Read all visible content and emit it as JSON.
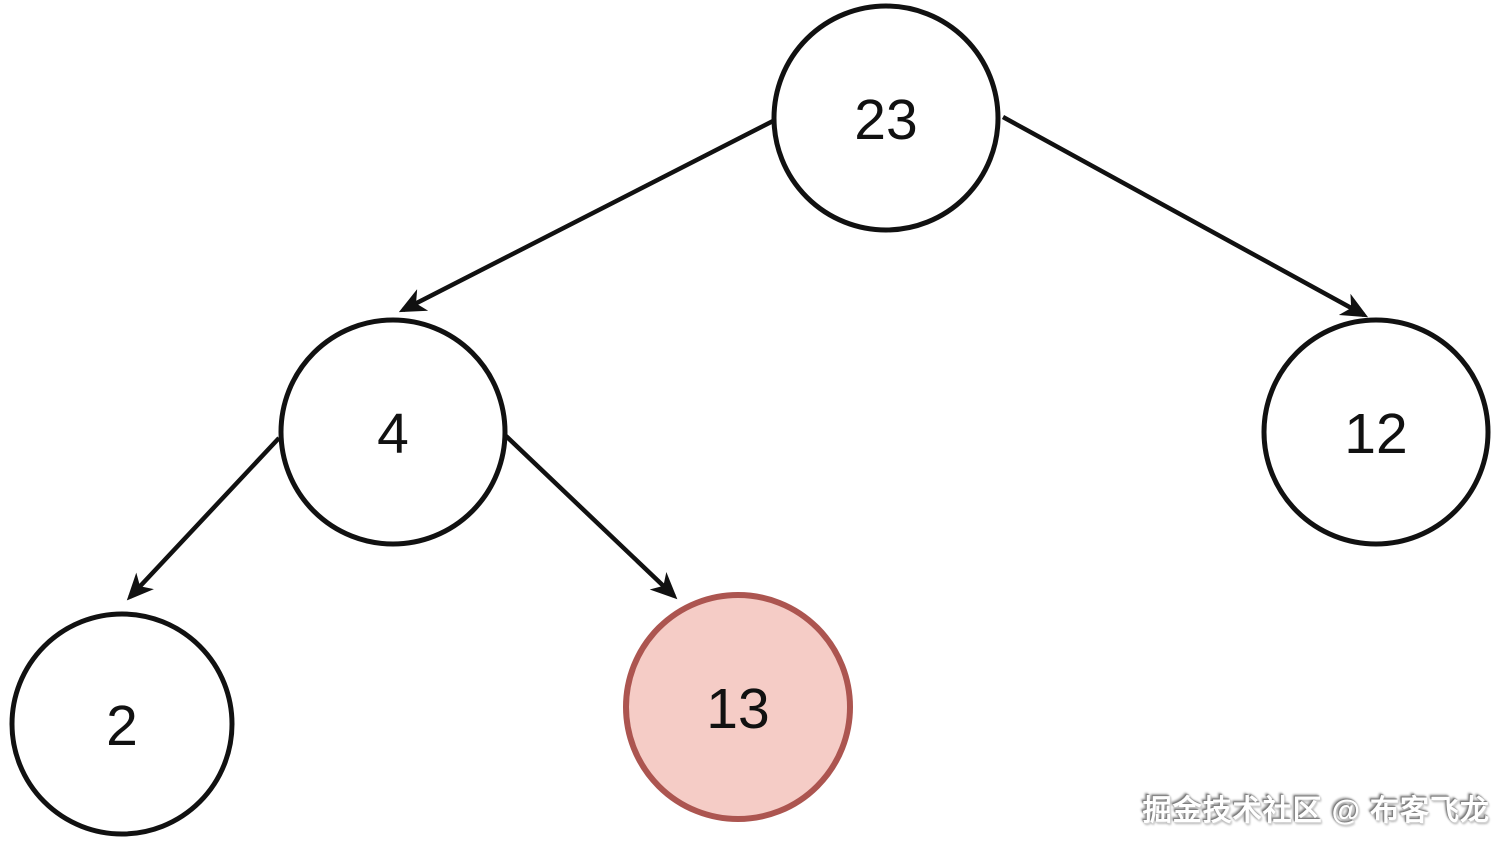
{
  "diagram": {
    "type": "binary-tree",
    "nodes": [
      {
        "id": "23",
        "label": "23",
        "role": "root",
        "highlighted": false
      },
      {
        "id": "4",
        "label": "4",
        "role": "left-child-of-23",
        "highlighted": false
      },
      {
        "id": "12",
        "label": "12",
        "role": "right-child-of-23",
        "highlighted": false
      },
      {
        "id": "2",
        "label": "2",
        "role": "left-child-of-4",
        "highlighted": false
      },
      {
        "id": "13",
        "label": "13",
        "role": "right-child-of-4",
        "highlighted": true
      }
    ],
    "edges": [
      {
        "from": "23",
        "to": "4"
      },
      {
        "from": "23",
        "to": "12"
      },
      {
        "from": "4",
        "to": "2"
      },
      {
        "from": "4",
        "to": "13"
      }
    ],
    "colors": {
      "edge_color": "#111111",
      "node_fill": "#ffffff",
      "node_stroke": "#111111",
      "highlight_fill": "#f5ccc6",
      "highlight_stroke": "#ac5550"
    }
  },
  "watermark": {
    "text": "掘金技术社区 @ 布客飞龙"
  }
}
